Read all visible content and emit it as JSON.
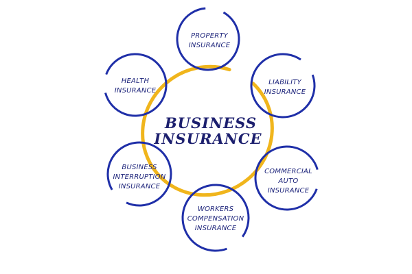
{
  "diagram": {
    "center": {
      "lines": [
        "BUSINESS",
        "INSURANCE"
      ]
    },
    "nodes": [
      {
        "id": "property",
        "lines": [
          "PROPERTY",
          "INSURANCE"
        ]
      },
      {
        "id": "liability",
        "lines": [
          "LIABILITY",
          "INSURANCE"
        ]
      },
      {
        "id": "commercial-auto",
        "lines": [
          "COMMERCIAL",
          "AUTO",
          "INSURANCE"
        ]
      },
      {
        "id": "workers-compensation",
        "lines": [
          "WORKERS",
          "COMPENSATION",
          "INSURANCE"
        ]
      },
      {
        "id": "business-interruption",
        "lines": [
          "BUSINESS",
          "INTERRUPTION",
          "INSURANCE"
        ]
      },
      {
        "id": "health",
        "lines": [
          "HEALTH",
          "INSURANCE"
        ]
      }
    ],
    "colors": {
      "background": "#ffffff",
      "node_stroke": "#1f2fa8",
      "node_text": "#1c237a",
      "center_ring": "#f0b51c",
      "center_text": "#1c1f6e"
    }
  }
}
